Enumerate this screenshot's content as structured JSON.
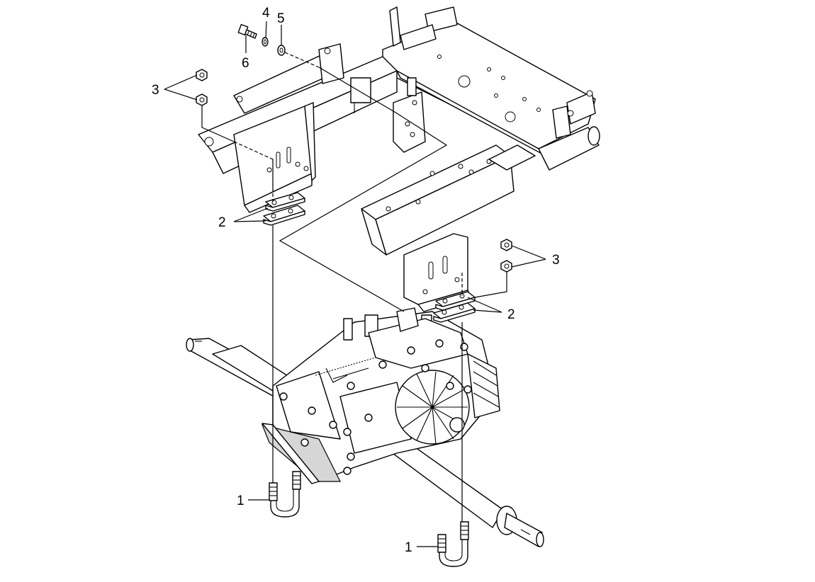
{
  "callouts": {
    "c1a": "1",
    "c1b": "1",
    "c2a": "2",
    "c2b": "2",
    "c3a": "3",
    "c3b": "3",
    "c4": "4",
    "c5": "5",
    "c6": "6"
  },
  "colors": {
    "line": "#000000",
    "background": "#ffffff",
    "shade": "#d6d6d6"
  }
}
